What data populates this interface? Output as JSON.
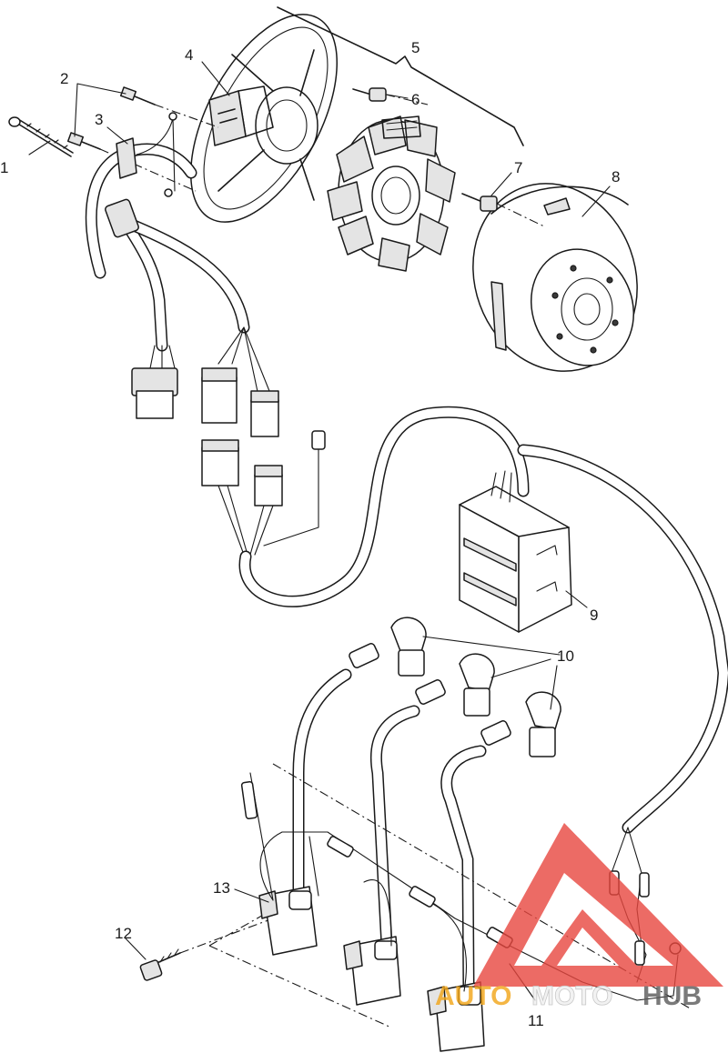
{
  "callouts": [
    {
      "id": "1",
      "label": "1"
    },
    {
      "id": "2",
      "label": "2"
    },
    {
      "id": "3",
      "label": "3"
    },
    {
      "id": "4",
      "label": "4"
    },
    {
      "id": "5",
      "label": "5"
    },
    {
      "id": "6",
      "label": "6"
    },
    {
      "id": "7",
      "label": "7"
    },
    {
      "id": "8",
      "label": "8"
    },
    {
      "id": "9",
      "label": "9"
    },
    {
      "id": "10",
      "label": "10"
    },
    {
      "id": "11",
      "label": "11"
    },
    {
      "id": "12",
      "label": "12"
    },
    {
      "id": "13",
      "label": "13"
    }
  ],
  "watermark": {
    "part1": "AUTO",
    "part2": "MOTO",
    "part3": "HUB",
    "color_triangle": "#e8473f",
    "color_auto": "#f2a516",
    "color_moto": "#f0f0f0",
    "color_hub": "#5a5a5a"
  }
}
